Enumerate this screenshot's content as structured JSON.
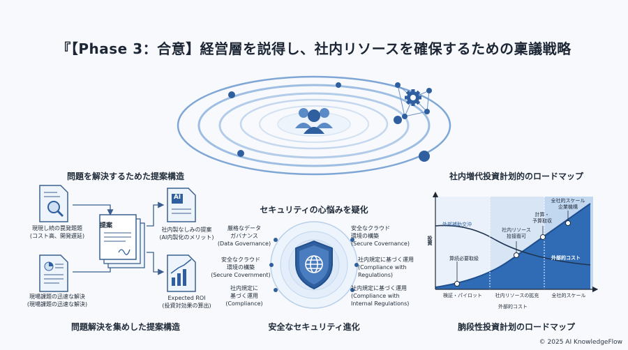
{
  "title": "『【Phase 3：合意】経営層を説得し、社内リソースを確保するための稟議戦略",
  "left": {
    "top_title": "問題を解決するためた提案構造",
    "bottom_title": "問題解決を集めした提案構造",
    "doc1_label": [
      "現現し続の罠発題題",
      "(コスト高、開発遅延)"
    ],
    "doc2_label": [
      "現場課題の迅速な解決",
      "(現場課題の迅速な解決)"
    ],
    "center_doc_label": "提案",
    "doc3_label": [
      "社内製なしみの提案",
      "(AI内製化のメリット)"
    ],
    "doc3_icon_text": "AI",
    "doc4_label": [
      "Expected ROI",
      "(投資対効果の算出)"
    ]
  },
  "center": {
    "title": "セキュリティの心悩みを疑化",
    "bottom_title": "安全なセキュリティ進化",
    "items_left": [
      [
        "厳格なデータ",
        "ガバナンス",
        "(Data Governance)"
      ],
      [
        "安全なクラウド",
        "環境の構築",
        "(Secure Covernment)"
      ],
      [
        "社内規定に",
        "基づく運用",
        "(Compliance)"
      ]
    ],
    "items_right": [
      [
        "安全なクラウド",
        "環境の構築",
        "(Secure Covernance)"
      ],
      [
        "社内規定に基づく運用",
        "(Compliance with",
        "Regulations)"
      ],
      [
        "社内規定に基づく運用",
        "(Compliance with",
        "Internal Regulations)"
      ]
    ]
  },
  "right": {
    "top_title": "社内増代投資計划的のロードマップ",
    "bottom_title": "朒段性投資計划のロードマップ",
    "y_axis": "投資",
    "x_axis": "外部的コスト",
    "curve_label": "外部補助交沖",
    "cost_label": "外部的コスト",
    "phases": [
      "検証・パイロット",
      "社内リソースの拡充",
      "全社的スケール"
    ],
    "annotations": [
      [
        "算続必要取級"
      ],
      [
        "社内リソース",
        "拾接裔可"
      ],
      [
        "計算・",
        "予算取収"
      ],
      [
        "全社的スケール",
        "企業機構"
      ]
    ]
  },
  "copyright": "© 2025 AI KnowledgeFlow",
  "colors": {
    "primary": "#3a6fb4",
    "light": "#c9dcf1",
    "dark": "#1f4f8f"
  },
  "icons": [
    "users-icon",
    "gear-icon",
    "magnifier-icon",
    "chart-icon",
    "shield-icon",
    "globe-icon",
    "pen-icon"
  ]
}
